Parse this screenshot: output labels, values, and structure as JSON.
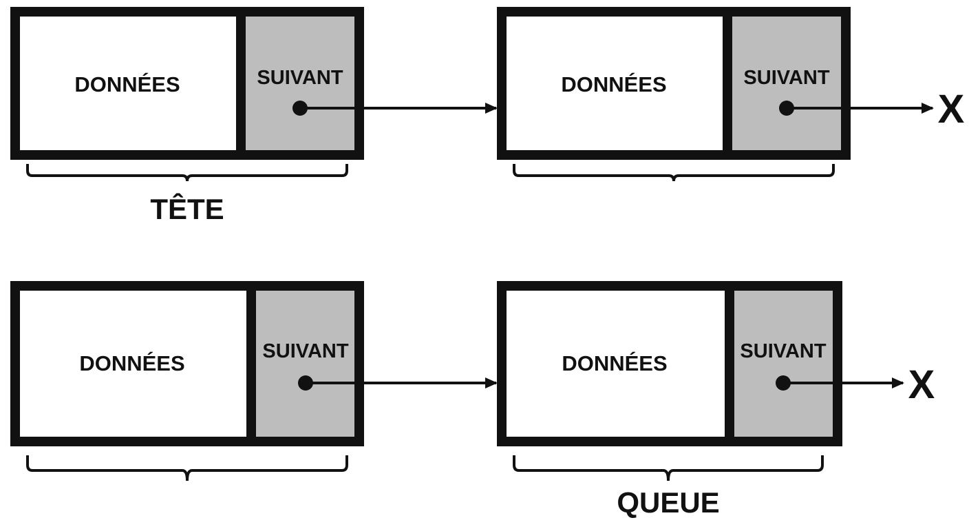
{
  "colors": {
    "stroke": "#111111",
    "data_fill": "#ffffff",
    "pointer_fill": "#bdbdbd",
    "background": "#ffffff"
  },
  "nodes": [
    {
      "data_label": "DONNÉES",
      "next_label": "SUIVANT"
    },
    {
      "data_label": "DONNÉES",
      "next_label": "SUIVANT"
    },
    {
      "data_label": "DONNÉES",
      "next_label": "SUIVANT"
    },
    {
      "data_label": "DONNÉES",
      "next_label": "SUIVANT"
    }
  ],
  "labels": {
    "head": "TÊTE",
    "tail": "QUEUE",
    "null_row1": "X",
    "null_row2": "X"
  }
}
